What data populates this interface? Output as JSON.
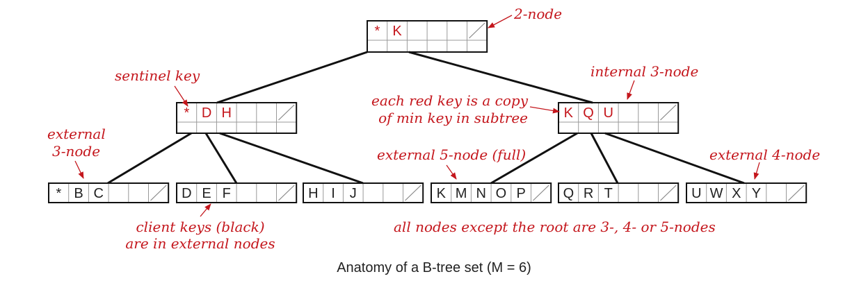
{
  "caption": "Anatomy of a B-tree set (M = 6)",
  "colors": {
    "annotation": "#c4161c",
    "key_red": "#c4161c",
    "key_black": "#222222",
    "line": "#111111",
    "cell_border": "#aaaaaa"
  },
  "nodes": [
    {
      "id": "root",
      "keys": [
        "*",
        "K"
      ],
      "red": true
    },
    {
      "id": "internal-left",
      "keys": [
        "*",
        "D",
        "H"
      ],
      "red": true
    },
    {
      "id": "internal-right",
      "keys": [
        "K",
        "Q",
        "U"
      ],
      "red": true
    },
    {
      "id": "leaf-1",
      "keys": [
        "*",
        "B",
        "C"
      ],
      "red": false
    },
    {
      "id": "leaf-2",
      "keys": [
        "D",
        "E",
        "F"
      ],
      "red": false
    },
    {
      "id": "leaf-3",
      "keys": [
        "H",
        "I",
        "J"
      ],
      "red": false
    },
    {
      "id": "leaf-4",
      "keys": [
        "K",
        "M",
        "N",
        "O",
        "P"
      ],
      "red": false
    },
    {
      "id": "leaf-5",
      "keys": [
        "Q",
        "R",
        "T"
      ],
      "red": false
    },
    {
      "id": "leaf-6",
      "keys": [
        "U",
        "W",
        "X",
        "Y"
      ],
      "red": false
    }
  ],
  "annotations": {
    "two_node": "2-node",
    "sentinel_key": "sentinel key",
    "internal_3_node": "internal 3-node",
    "red_key_copy_1": "each red key is a copy",
    "red_key_copy_2": "of min key in subtree",
    "external_3_node_1": "external",
    "external_3_node_2": "3-node",
    "external_5_node": "external 5-node (full)",
    "external_4_node": "external 4-node",
    "client_keys_1": "client keys (black)",
    "client_keys_2": "are in external nodes",
    "all_nodes": "all nodes except the root are 3-, 4- or 5-nodes"
  }
}
